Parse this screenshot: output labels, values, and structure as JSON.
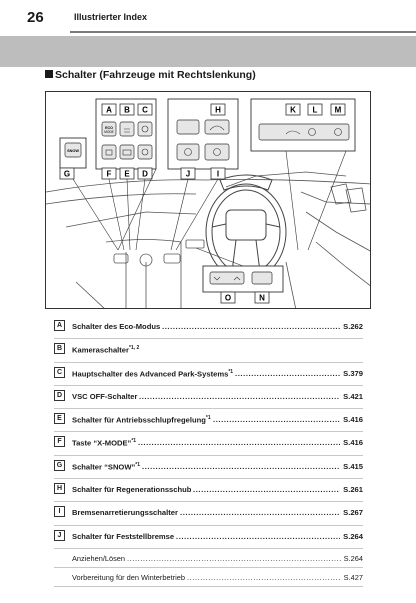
{
  "header": {
    "page_number": "26",
    "title": "Illustrierter Index"
  },
  "section": {
    "title": "Schalter (Fahrzeuge mit Rechtslenkung)"
  },
  "figure": {
    "callouts": [
      "A",
      "B",
      "C",
      "D",
      "E",
      "F",
      "G",
      "H",
      "I",
      "J",
      "K",
      "L",
      "M",
      "N",
      "O"
    ],
    "switch_labels": {
      "eco": "ECO\nMODE",
      "snow": "SNOW"
    }
  },
  "items": [
    {
      "letter": "A",
      "label": "Schalter des Eco-Modus",
      "sup": "",
      "page": "S.262"
    },
    {
      "letter": "B",
      "label": "Kameraschalter",
      "sup": "*1, 2",
      "page": ""
    },
    {
      "letter": "C",
      "label": "Hauptschalter des Advanced Park-Systems",
      "sup": "*1",
      "page": "S.379"
    },
    {
      "letter": "D",
      "label": "VSC OFF-Schalter",
      "sup": "",
      "page": "S.421"
    },
    {
      "letter": "E",
      "label": "Schalter für Antriebsschlupfregelung",
      "sup": "*1",
      "page": "S.416"
    },
    {
      "letter": "F",
      "label": "Taste “X-MODE”",
      "sup": "*1",
      "page": "S.416"
    },
    {
      "letter": "G",
      "label": "Schalter “SNOW”",
      "sup": "*1",
      "page": "S.415"
    },
    {
      "letter": "H",
      "label": "Schalter für Regenerationsschub",
      "sup": "",
      "page": "S.261"
    },
    {
      "letter": "I",
      "label": "Bremsenarretierungsschalter",
      "sup": "",
      "page": "S.267"
    },
    {
      "letter": "J",
      "label": "Schalter für Feststellbremse",
      "sup": "",
      "page": "S.264"
    }
  ],
  "subitems": [
    {
      "label": "Anziehen/Lösen",
      "page": "S.264"
    },
    {
      "label": "Vorbereitung für den Winterbetrieb",
      "page": "S.427"
    }
  ]
}
